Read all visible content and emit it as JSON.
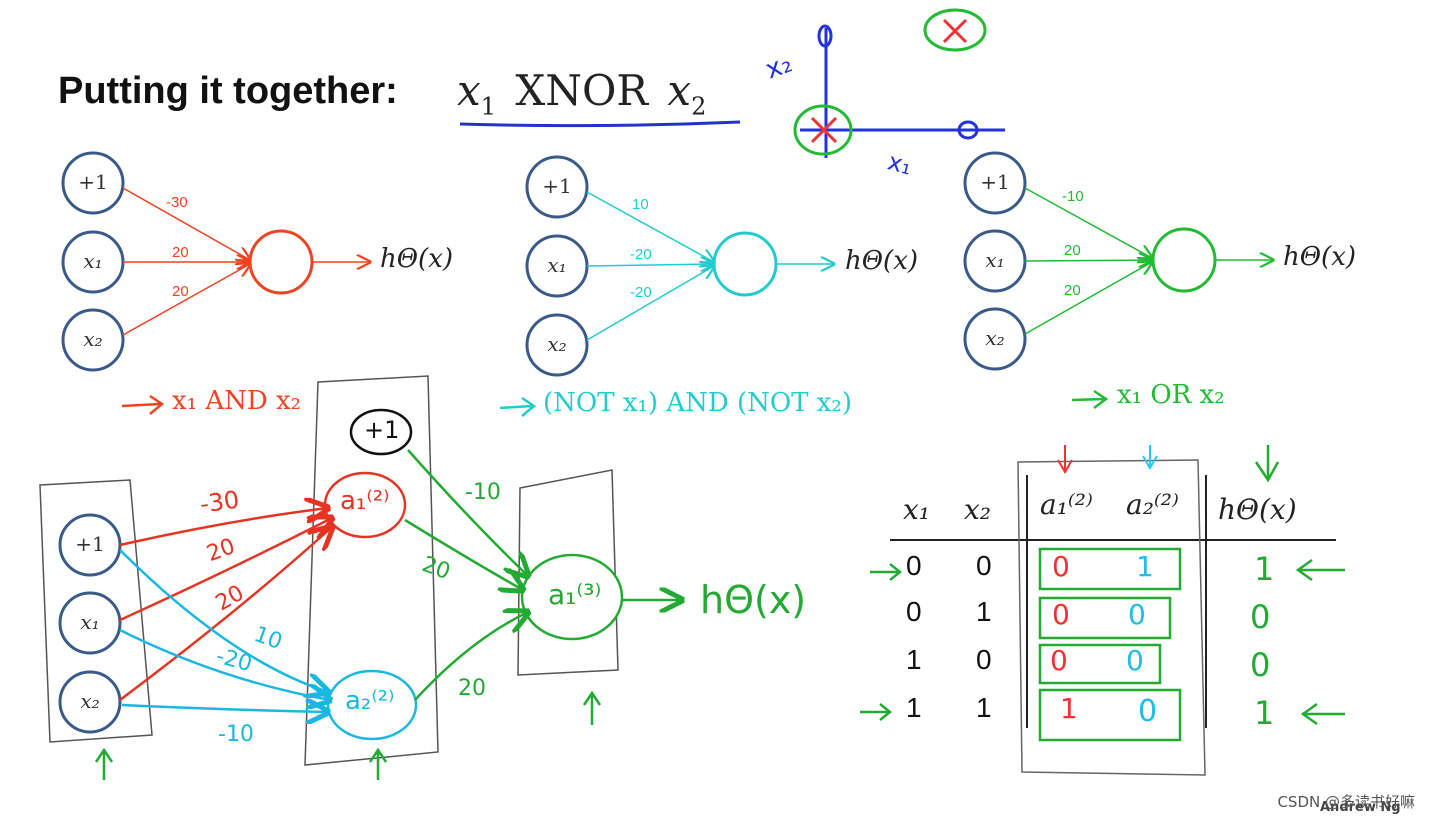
{
  "title": {
    "prefix": "Putting it together:",
    "var1": "x",
    "sub1": "1",
    "op": "XNOR",
    "var2": "x",
    "sub2": "2"
  },
  "sketch": {
    "x1_axis_label": "x₁",
    "x2_axis_label": "x₂",
    "marks": [
      "o",
      "o",
      "x",
      "x"
    ]
  },
  "networks": [
    {
      "id": "and",
      "color": "#ee4422",
      "inputs": [
        "+1",
        "x₁",
        "x₂"
      ],
      "weights": [
        "-30",
        "20",
        "20"
      ],
      "output": "hΘ(x)",
      "caption": "x₁ AND x₂"
    },
    {
      "id": "notand",
      "color": "#22cccc",
      "inputs": [
        "+1",
        "x₁",
        "x₂"
      ],
      "weights": [
        "10",
        "-20",
        "-20"
      ],
      "output": "hΘ(x)",
      "caption": "(NOT x₁) AND (NOT x₂)"
    },
    {
      "id": "or",
      "color": "#22bb33",
      "inputs": [
        "+1",
        "x₁",
        "x₂"
      ],
      "weights": [
        "-10",
        "20",
        "20"
      ],
      "output": "hΘ(x)",
      "caption": "x₁ OR x₂"
    }
  ],
  "combined_network": {
    "inputs": [
      "+1",
      "x₁",
      "x₂"
    ],
    "bias2": "+1",
    "a1_2": "a₁⁽²⁾",
    "a2_2": "a₂⁽²⁾",
    "a1_3": "a₁⁽³⁾",
    "output": "hΘ(x)",
    "red_weights": [
      "-30",
      "20",
      "20"
    ],
    "blue_weights": [
      "10",
      "-20",
      "-10"
    ],
    "green_weights": [
      "-10",
      "20",
      "20"
    ]
  },
  "truth_table": {
    "headers": [
      "x₁",
      "x₂",
      "a₁⁽²⁾",
      "a₂⁽²⁾",
      "hΘ(x)"
    ],
    "rows": [
      {
        "x1": "0",
        "x2": "0",
        "a1": "0",
        "a2": "1",
        "h": "1"
      },
      {
        "x1": "0",
        "x2": "1",
        "a1": "0",
        "a2": "0",
        "h": "0"
      },
      {
        "x1": "1",
        "x2": "0",
        "a1": "0",
        "a2": "0",
        "h": "0"
      },
      {
        "x1": "1",
        "x2": "1",
        "a1": "1",
        "a2": "0",
        "h": "1"
      }
    ]
  },
  "author": "Andrew Ng",
  "watermark": "CSDN @多读书好嘛"
}
